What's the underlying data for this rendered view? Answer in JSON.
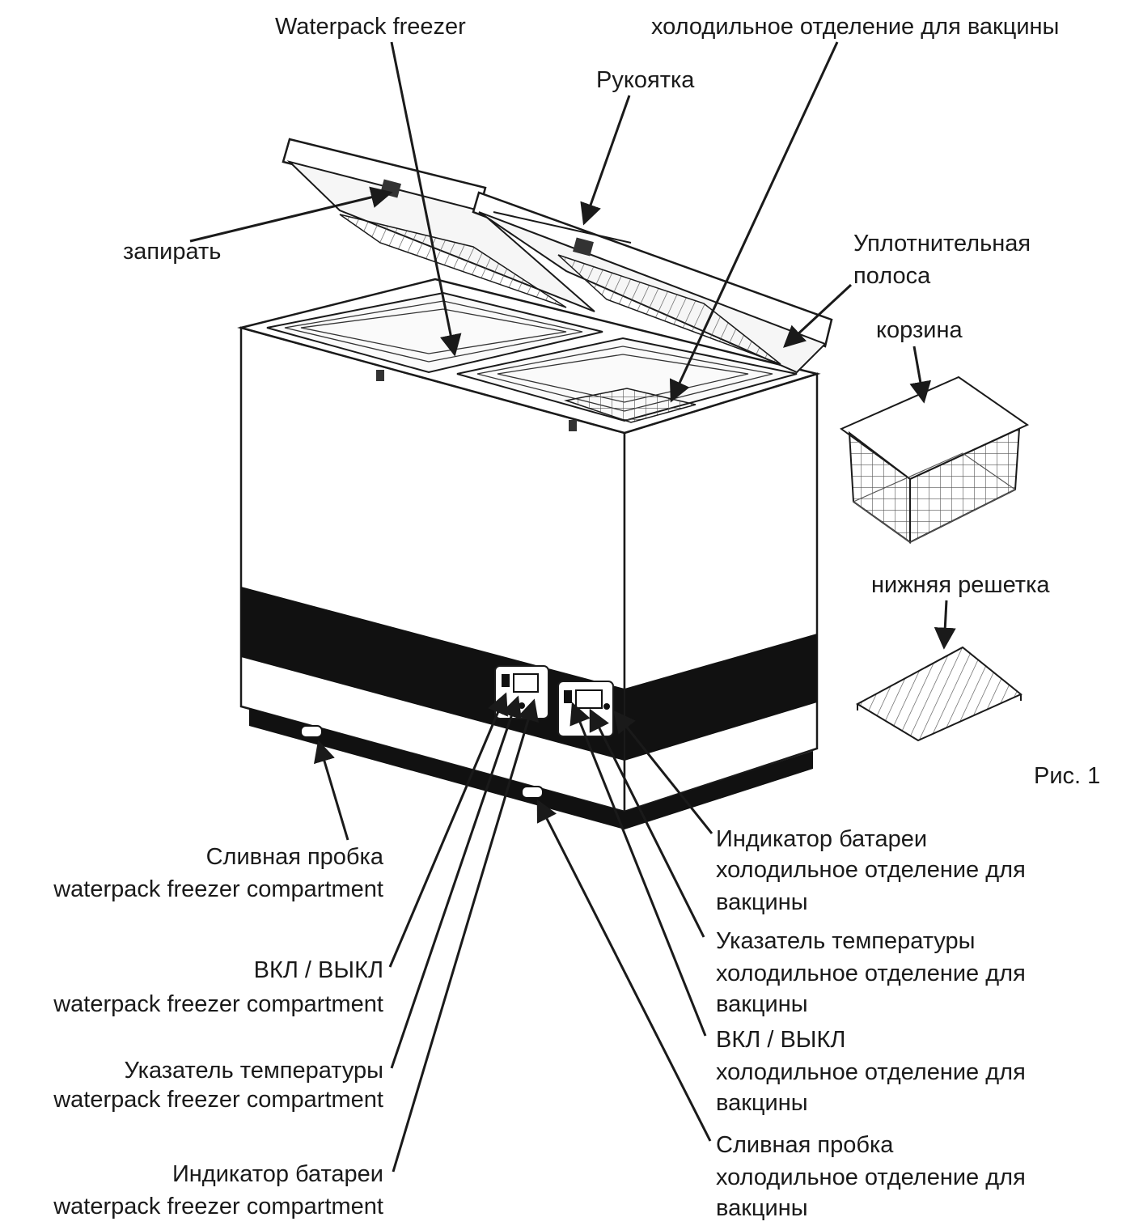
{
  "labels": {
    "waterpack_freezer": "Waterpack freezer",
    "vaccine_compartment": "холодильное отделение для вакцины",
    "handle": "Рукоятка",
    "lock": "запирать",
    "seal_strip_line1": "Уплотнительная",
    "seal_strip_line2": "полоса",
    "basket": "корзина",
    "bottom_grate": "нижняя решетка",
    "figure_caption": "Рис. 1"
  },
  "left_callouts": [
    {
      "line1": "Сливная пробка",
      "line2": "waterpack freezer compartment"
    },
    {
      "line1": "ВКЛ / ВЫКЛ",
      "line2": "waterpack freezer compartment"
    },
    {
      "line1": "Указатель температуры",
      "line2": "waterpack freezer compartment"
    },
    {
      "line1": "Индикатор батареи",
      "line2": "waterpack freezer compartment"
    }
  ],
  "right_callouts": [
    {
      "line1": "Индикатор батареи",
      "line2": "холодильное отделение для",
      "line3": "вакцины"
    },
    {
      "line1": "Указатель температуры",
      "line2": "холодильное отделение для",
      "line3": "вакцины"
    },
    {
      "line1": "ВКЛ / ВЫКЛ",
      "line2": "холодильное отделение для",
      "line3": "вакцины"
    },
    {
      "line1": "Сливная пробка",
      "line2": "холодильное отделение для",
      "line3": "вакцины"
    }
  ]
}
